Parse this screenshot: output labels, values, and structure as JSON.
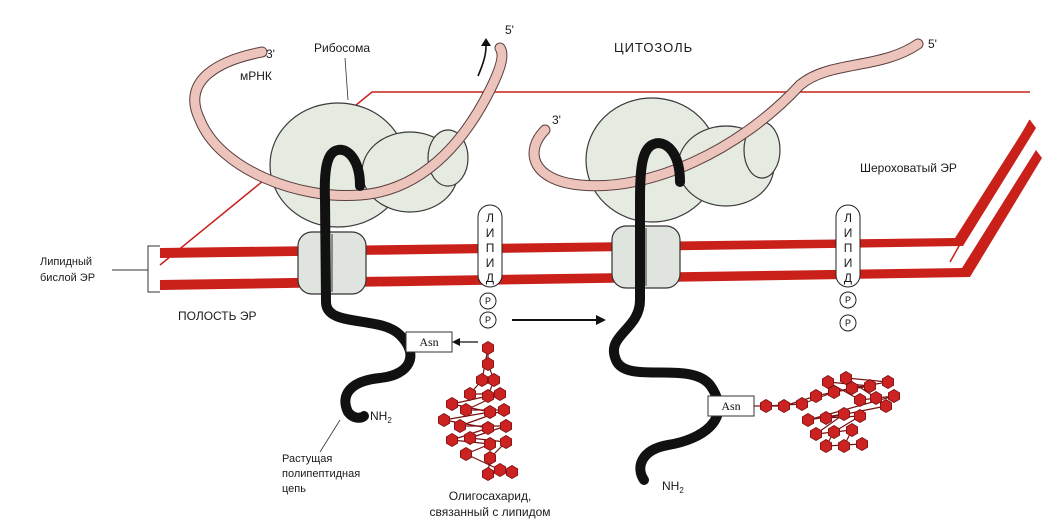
{
  "labels": {
    "cytosol": "ЦИТОЗОЛЬ",
    "ribosome": "Рибосома",
    "mrna": "мРНК",
    "three_prime_left": "3'",
    "five_prime_left": "5'",
    "three_prime_right": "3'",
    "five_prime_right": "5'",
    "rough_er": "Шероховатый ЭР",
    "lipid_bilayer_line1": "Липидный",
    "lipid_bilayer_line2": "бислой ЭР",
    "er_lumen": "ПОЛОСТЬ ЭР",
    "asn_left": "Asn",
    "asn_right": "Asn",
    "nh2_left": "NH",
    "nh2_left_sub": "2",
    "nh2_right": "NH",
    "nh2_right_sub": "2",
    "chain_line1": "Растущая",
    "chain_line2": "полипептидная",
    "chain_line3": "цепь",
    "oligo_line1": "Олигосахарид,",
    "oligo_line2": "связанный с липидом",
    "phosphate": "P",
    "lipid_letters_left": [
      "Л",
      "И",
      "П",
      "И",
      "Д"
    ],
    "lipid_letters_right": [
      "Л",
      "И",
      "П",
      "И",
      "Д"
    ]
  },
  "colors": {
    "membrane": "#c9201a",
    "sugar": "#cc2222",
    "mrna_fill": "#ecc4bb",
    "ribosome_fill": "#e6ebe2",
    "chain": "#111111"
  }
}
